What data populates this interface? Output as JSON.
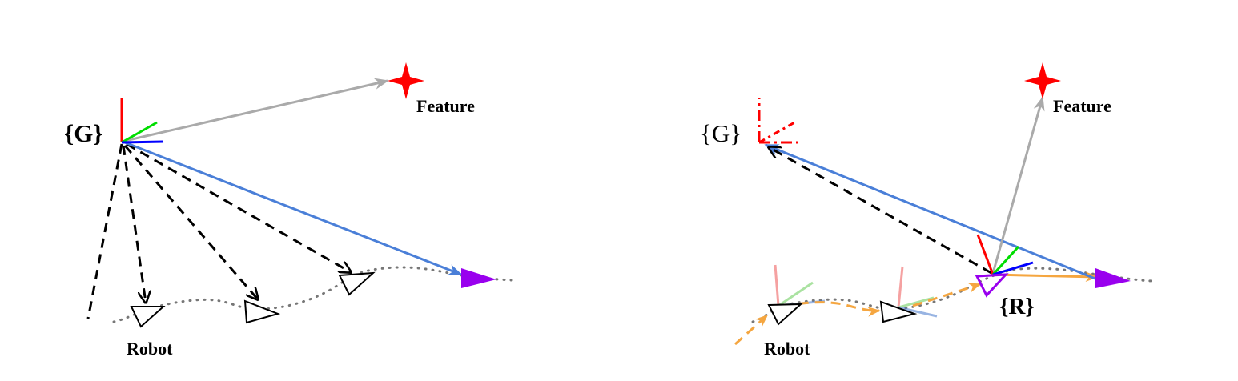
{
  "left_panel": {
    "frame_label": "{G}",
    "feature_label": "Feature",
    "robot_label": "Robot"
  },
  "right_panel": {
    "frame_label": "{G}",
    "feature_label": "Feature",
    "robot_label": "Robot",
    "robot_frame_label": "{R}"
  },
  "colors": {
    "frame_x": "#ff0000",
    "frame_y": "#00dd00",
    "frame_z": "#0000ff",
    "pose_link": "#4a7fd8",
    "feature_link": "#aaaaaa",
    "current_robot": "#9900ee",
    "odometry": "#f5a640",
    "dashed": "#000000",
    "trajectory": "#777777",
    "feature_star": "#ff0000"
  },
  "icons": [
    "feature-star-icon",
    "robot-triangle-icon",
    "coordinate-frame-icon"
  ]
}
